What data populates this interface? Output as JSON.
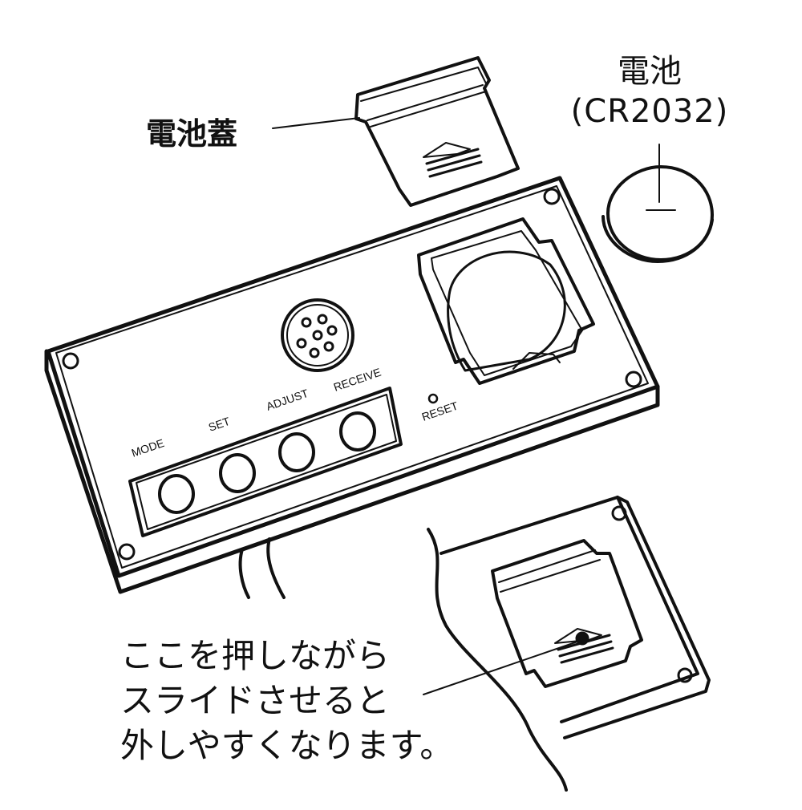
{
  "labels": {
    "battery_cover": "電池蓋",
    "battery_name": "電池",
    "battery_model": "(CR2032)",
    "note_line1": "ここを押しながら",
    "note_line2": "スライドさせると",
    "note_line3": "外しやすくなります。"
  },
  "panel": {
    "mode": "MODE",
    "set": "SET",
    "adjust": "ADJUST",
    "receive": "RECEIVE",
    "reset": "RESET"
  },
  "colors": {
    "line": "#111111",
    "background": "#ffffff"
  }
}
